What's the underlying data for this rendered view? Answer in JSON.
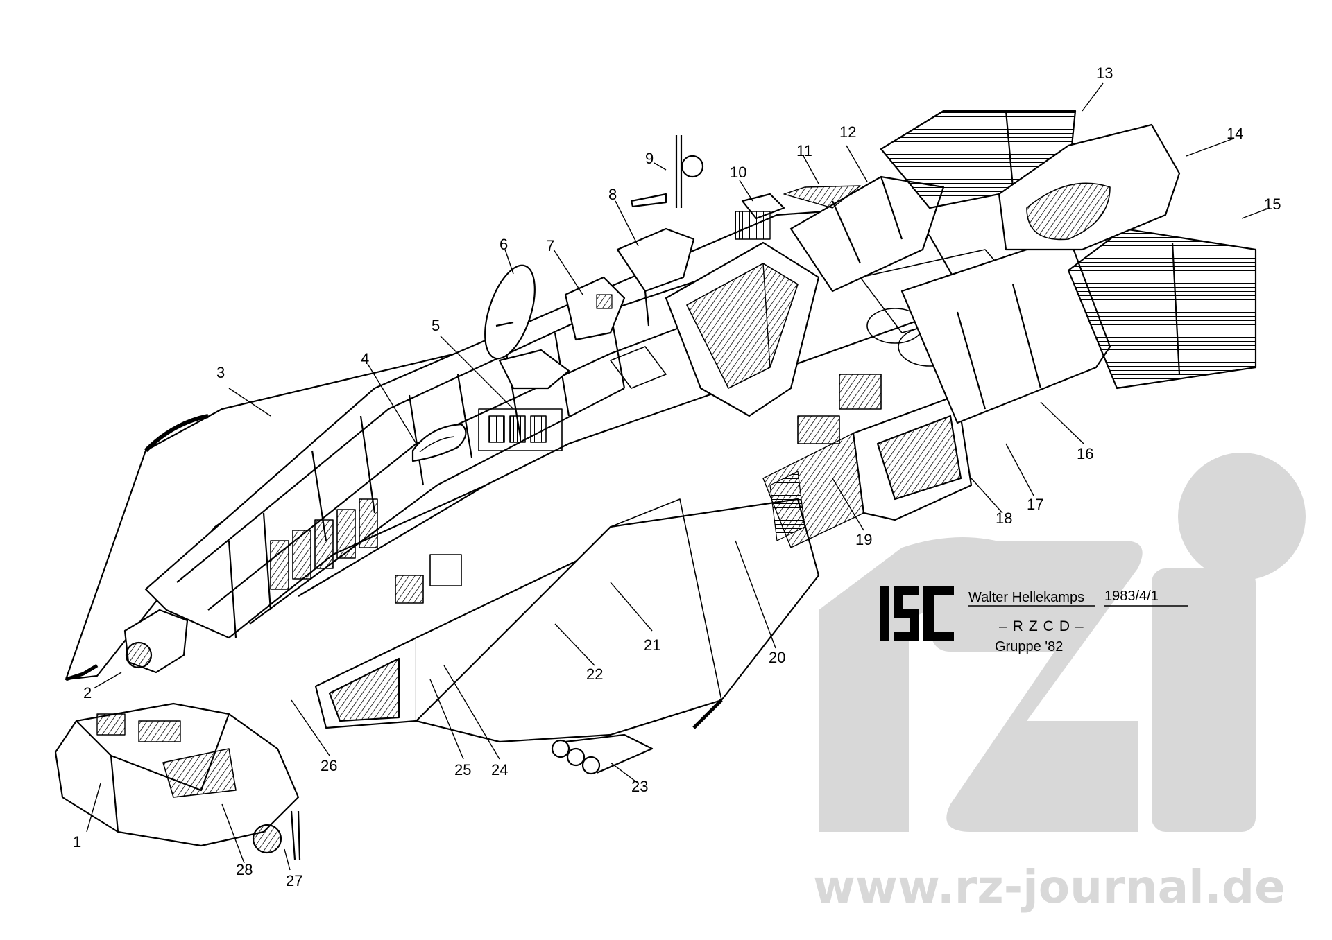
{
  "callouts": [
    "1",
    "2",
    "3",
    "4",
    "5",
    "6",
    "7",
    "8",
    "9",
    "10",
    "11",
    "12",
    "13",
    "14",
    "15",
    "16",
    "17",
    "18",
    "19",
    "20",
    "21",
    "22",
    "23",
    "24",
    "25",
    "26",
    "27",
    "28"
  ],
  "credit": {
    "logo_text": "ISC",
    "author": "Walter Hellekamps",
    "date": "1983/4/1",
    "group_code": "–RZCD–",
    "group_name": "Gruppe '82"
  },
  "watermark": {
    "url": "www.rz-journal.de",
    "color": "#d8d8d8"
  },
  "colors": {
    "ink": "#000000",
    "paper": "#ffffff",
    "watermark": "#d8d8d8"
  }
}
